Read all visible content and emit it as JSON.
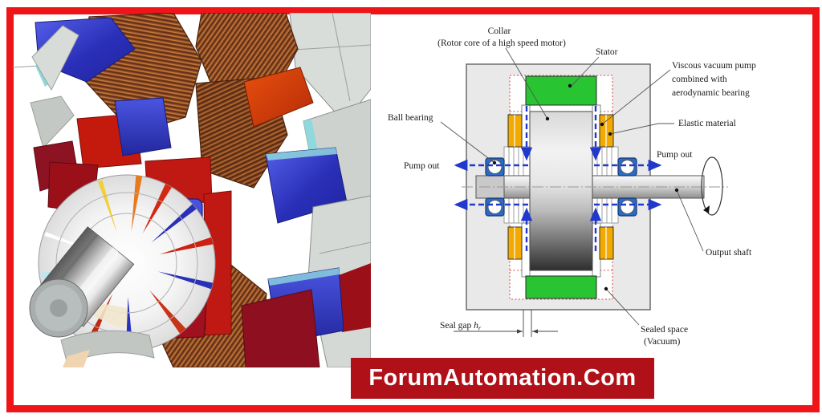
{
  "frame": {
    "border_color": "#ee1418"
  },
  "banner": {
    "label": "ForumAutomation.Com",
    "bg": "#b01119",
    "text_color": "#ffffff"
  },
  "left_art": {
    "description": "3D finite-element render of an electric motor: copper windings, red and blue permanent magnets, gray stator shoe segments, rotor hub with rainbow stress starburst and protruding steel shaft",
    "colors": {
      "copper": "#9c5626",
      "copper_dark": "#66311a",
      "magnet_blue": "#2a2fb8",
      "magnet_red_bright": "#c41a0e",
      "magnet_red_dark": "#8e1322",
      "stator_gray": "#d3d7d3",
      "shaft_gray": "#a8aeae",
      "cyan_edge": "#8fd8dc"
    }
  },
  "diagram": {
    "labels": {
      "collar_line1": "Collar",
      "collar_line2": "(Rotor core of a high speed motor)",
      "stator": "Stator",
      "viscous_line1": "Viscous vacuum pump",
      "viscous_line2": "combined with",
      "viscous_line3": "aerodynamic bearing",
      "elastic": "Elastic material",
      "ball_bearing": "Ball bearing",
      "pump_out_left": "Pump out",
      "pump_out_right": "Pump out",
      "output_shaft": "Output shaft",
      "sealed_line1": "Sealed space",
      "sealed_line2": "(Vacuum)",
      "seal_gap_prefix": "Seal gap ",
      "seal_gap_symbol": "h",
      "seal_gap_sub": "r"
    },
    "colors": {
      "housing_gray": "#e9e9e9",
      "stator_green": "#28c432",
      "elastic_orange": "#f2a900",
      "bearing_blue": "#2b6bc8",
      "flow_arrow_blue": "#2038cc",
      "sealed_dotted_red": "#e06868"
    }
  }
}
